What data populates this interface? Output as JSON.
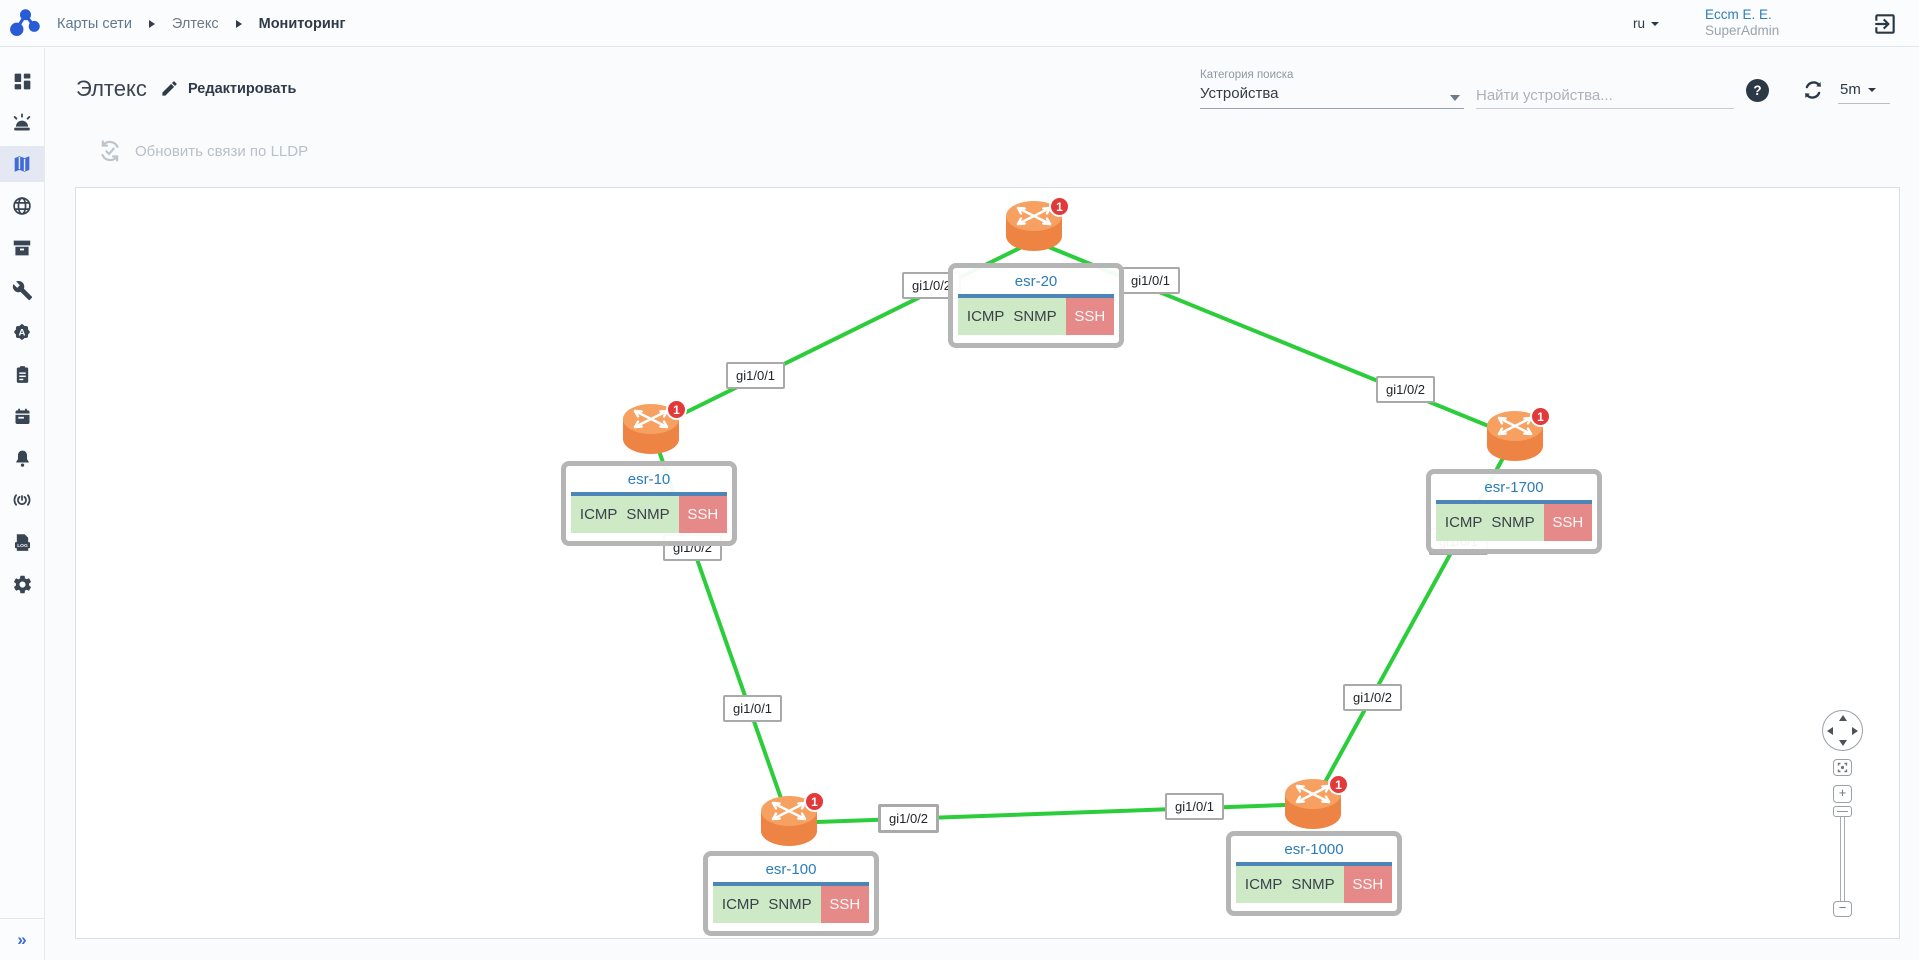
{
  "header": {
    "breadcrumb": [
      "Карты сети",
      "Элтекс",
      "Мониторинг"
    ],
    "language": "ru",
    "user_name": "Eccm E. E.",
    "user_role": "SuperAdmin"
  },
  "sidebar": {
    "items": [
      {
        "name": "dashboard"
      },
      {
        "name": "alarms"
      },
      {
        "name": "network-maps",
        "active": true
      },
      {
        "name": "web"
      },
      {
        "name": "inventory"
      },
      {
        "name": "tools"
      },
      {
        "name": "automation"
      },
      {
        "name": "tasks"
      },
      {
        "name": "calendar"
      },
      {
        "name": "notifications"
      },
      {
        "name": "availability"
      },
      {
        "name": "logs"
      },
      {
        "name": "settings"
      }
    ],
    "expand_label": "»"
  },
  "toolbar": {
    "title": "Элтекс",
    "edit_label": "Редактировать",
    "search_category_label": "Категория поиска",
    "search_category_value": "Устройства",
    "search_placeholder": "Найти устройства...",
    "help_label": "?",
    "refresh_interval": "5m"
  },
  "actions": {
    "lldp_label": "Обновить связи по LLDP"
  },
  "map": {
    "nodes": [
      {
        "id": "esr-20",
        "label": "esr-20",
        "alerts": 1,
        "statuses": [
          {
            "name": "ICMP",
            "state": "ok"
          },
          {
            "name": "SNMP",
            "state": "ok"
          },
          {
            "name": "SSH",
            "state": "fail"
          }
        ]
      },
      {
        "id": "esr-10",
        "label": "esr-10",
        "alerts": 1,
        "statuses": [
          {
            "name": "ICMP",
            "state": "ok"
          },
          {
            "name": "SNMP",
            "state": "ok"
          },
          {
            "name": "SSH",
            "state": "fail"
          }
        ]
      },
      {
        "id": "esr-1700",
        "label": "esr-1700",
        "alerts": 1,
        "statuses": [
          {
            "name": "ICMP",
            "state": "ok"
          },
          {
            "name": "SNMP",
            "state": "ok"
          },
          {
            "name": "SSH",
            "state": "fail"
          }
        ]
      },
      {
        "id": "esr-100",
        "label": "esr-100",
        "alerts": 1,
        "statuses": [
          {
            "name": "ICMP",
            "state": "ok"
          },
          {
            "name": "SNMP",
            "state": "ok"
          },
          {
            "name": "SSH",
            "state": "fail"
          }
        ]
      },
      {
        "id": "esr-1000",
        "label": "esr-1000",
        "alerts": 1,
        "statuses": [
          {
            "name": "ICMP",
            "state": "ok"
          },
          {
            "name": "SNMP",
            "state": "ok"
          },
          {
            "name": "SSH",
            "state": "fail"
          }
        ]
      }
    ],
    "links": [
      {
        "from": "esr-20",
        "to": "esr-10",
        "from_port": "gi1/0/2",
        "to_port": "gi1/0/1"
      },
      {
        "from": "esr-20",
        "to": "esr-1700",
        "from_port": "gi1/0/1",
        "to_port": "gi1/0/2"
      },
      {
        "from": "esr-10",
        "to": "esr-100",
        "from_port": "gi1/0/2",
        "to_port": "gi1/0/1"
      },
      {
        "from": "esr-100",
        "to": "esr-1000",
        "from_port": "gi1/0/2",
        "to_port": "gi1/0/1"
      },
      {
        "from": "esr-1000",
        "to": "esr-1700",
        "from_port": "gi1/0/2",
        "to_port": "gi1/0/1"
      }
    ],
    "colors": {
      "link_ok": "#2bcd3a",
      "status_ok_bg": "#cde9c5",
      "status_fail_bg": "#e68989",
      "node_title": "#2b7cba",
      "node_divider": "#4d86b6",
      "badge": "#e23a3a",
      "router": "#f08a4a",
      "brand": "#2a5bd7",
      "accent_dark": "#2b3947"
    }
  },
  "canvas_controls": {
    "zoom_in": "+",
    "zoom_out": "−"
  }
}
